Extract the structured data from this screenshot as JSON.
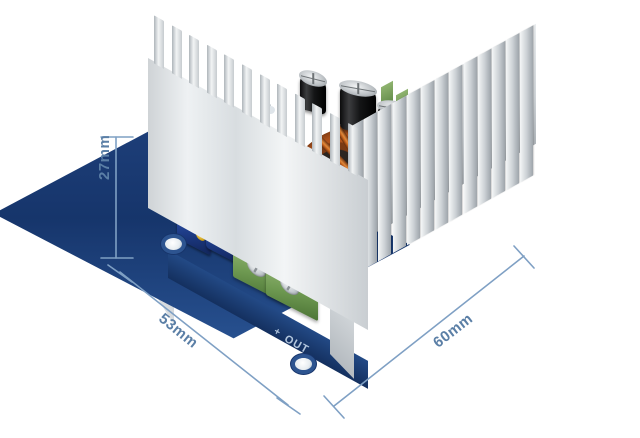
{
  "scene": {
    "subject": "DC-DC buck converter power module with dual aluminium heat sinks",
    "background_color": "#ffffff"
  },
  "dimensions": {
    "accent_color": "#5b7fa6",
    "items": [
      {
        "id": "height",
        "label": "27mm",
        "orientation": "vertical",
        "name": "dimension-27mm"
      },
      {
        "id": "width",
        "label": "53mm",
        "orientation": "diagonal-left",
        "name": "dimension-53mm"
      },
      {
        "id": "length",
        "label": "60mm",
        "orientation": "diagonal-right",
        "name": "dimension-60mm"
      }
    ]
  },
  "board": {
    "pcb_color": "#1e3f7a",
    "silkscreen": [
      {
        "text": "OUT",
        "name": "silkscreen-out"
      },
      {
        "text": "+",
        "name": "silkscreen-plus"
      }
    ],
    "components": {
      "heatsink_left_fins": 12,
      "heatsink_right_fins": 13,
      "capacitors": 6,
      "trimpots": 2,
      "terminal_blocks": 2,
      "mounting_holes": 2,
      "inductor": "toroidal copper coil"
    },
    "colors": {
      "heatsink": "#dfe3e6",
      "capacitor": "#141516",
      "capacitor_top": "#d7dcdf",
      "trimpot": "#1b377e",
      "trimpot_screw": "#d8a91a",
      "terminal_block": "#6f9a52",
      "terminal_screw": "#c9cfd3",
      "inductor_wire": "#c9651f"
    }
  }
}
